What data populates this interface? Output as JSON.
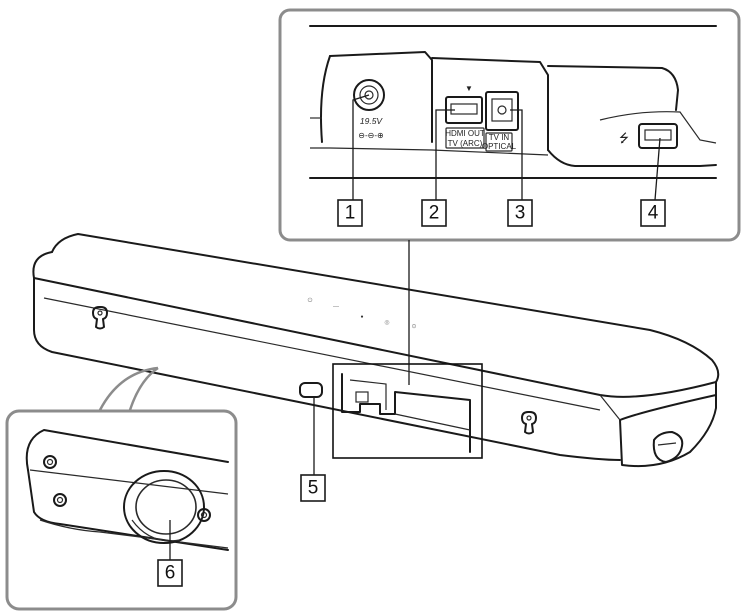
{
  "diagram": {
    "callouts": [
      "1",
      "2",
      "3",
      "4",
      "5",
      "6"
    ],
    "port_labels": {
      "dc_in_voltage": "19.5V",
      "dc_in_polarity": "⊖-⊖-⊕",
      "hdmi_line1": "HDMI OUT",
      "hdmi_line2": "TV (ARC)",
      "optical_line1": "TV IN",
      "optical_line2": "OPTICAL",
      "usb_symbol": "⭍",
      "hdmi_arrow": "▼"
    },
    "top_buttons": [
      "⏻",
      "—",
      "●",
      "◎",
      "⊙"
    ]
  },
  "colors": {
    "line": "#1a1a1a",
    "inset_frame": "#8c8c8c",
    "background": "#ffffff"
  }
}
